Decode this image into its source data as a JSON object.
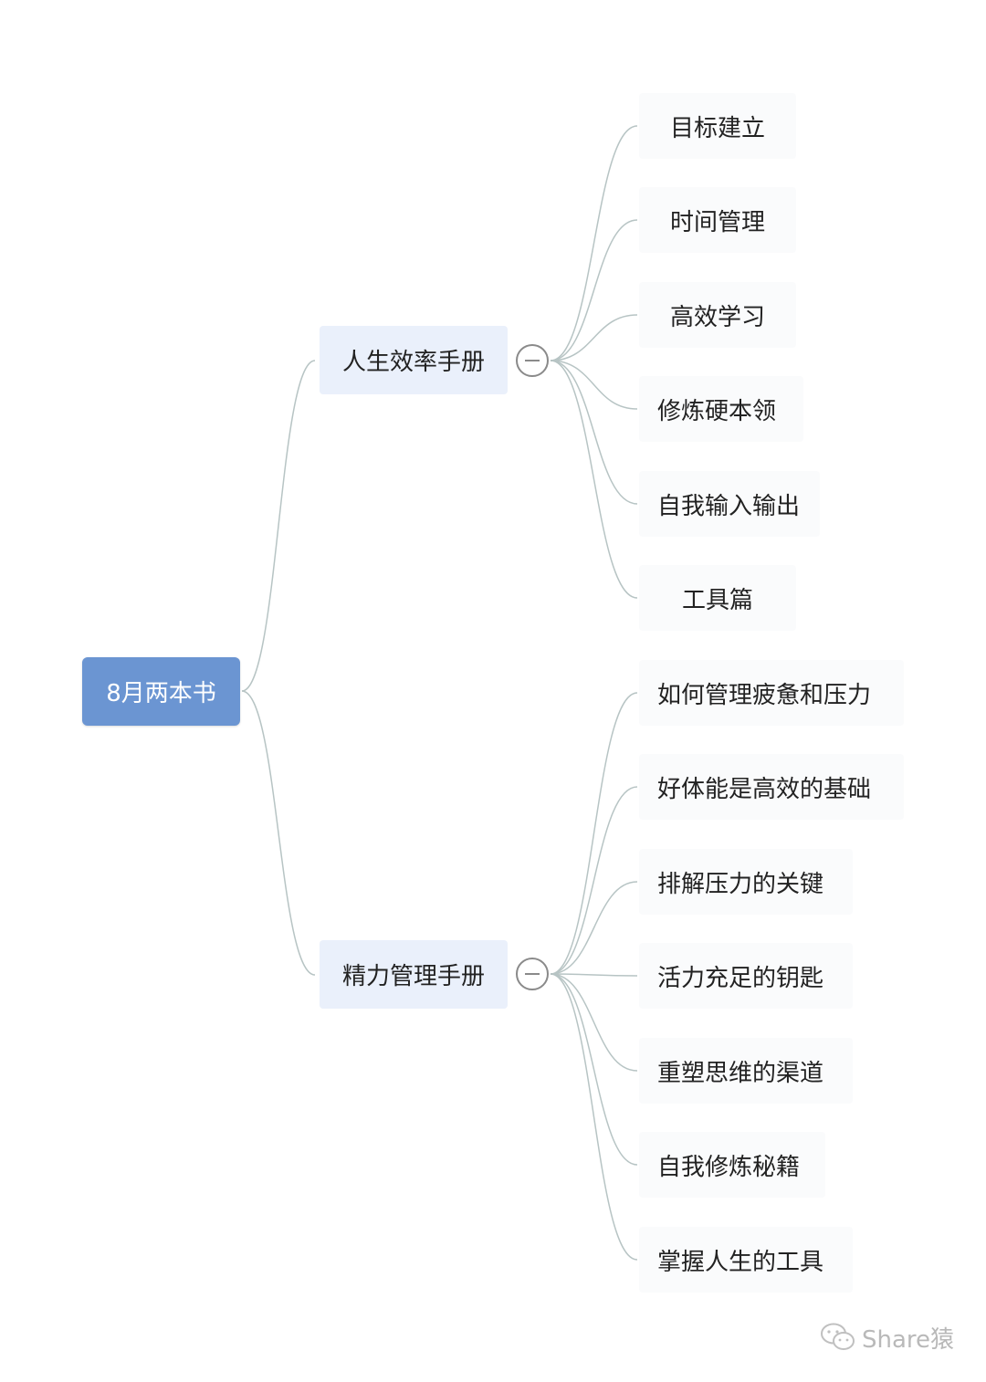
{
  "root": {
    "label": "8月两本书"
  },
  "branches": [
    {
      "label": "人生效率手册",
      "children": [
        "目标建立",
        "时间管理",
        "高效学习",
        "修炼硬本领",
        "自我输入输出",
        "工具篇"
      ]
    },
    {
      "label": "精力管理手册",
      "children": [
        "如何管理疲惫和压力",
        "好体能是高效的基础",
        "排解压力的关键",
        "活力充足的钥匙",
        "重塑思维的渠道",
        "自我修炼秘籍",
        "掌握人生的工具"
      ]
    }
  ],
  "watermark": {
    "label": "Share猿",
    "icon": "wechat-icon"
  },
  "colors": {
    "root_bg": "#6b95d2",
    "branch_bg": "#eaf0fb",
    "edge": "#b7c4c4"
  }
}
